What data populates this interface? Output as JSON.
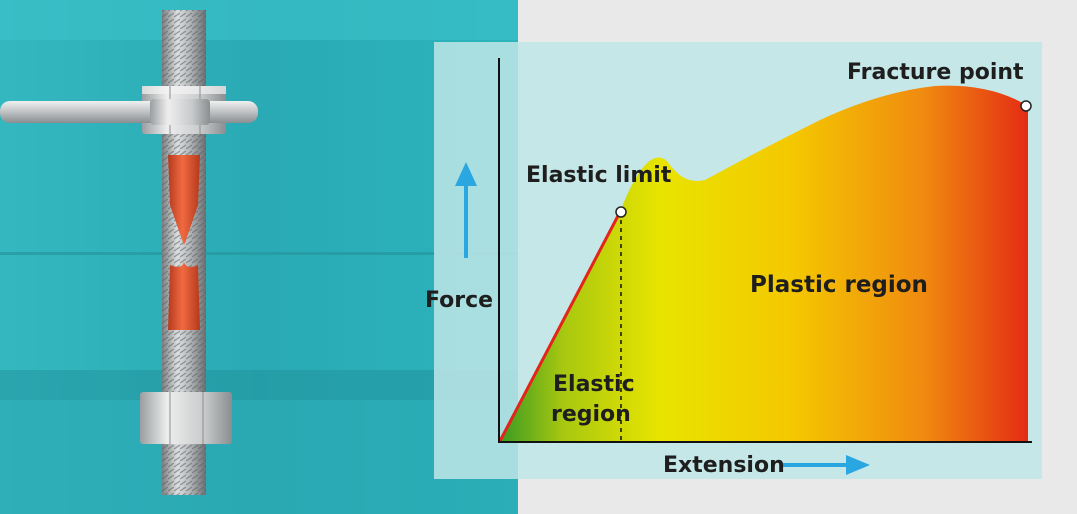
{
  "diagram": {
    "labels": {
      "fracture_point": "Fracture point",
      "elastic_limit": "Elastic limit",
      "plastic_region": "Plastic region",
      "elastic_region_line1": "Elastic",
      "elastic_region_line2": "region",
      "force": "Force",
      "extension": "Extension"
    },
    "colors": {
      "teal_background": "#2fb4bc",
      "panel_overlay": "#bfe6e8",
      "elastic_line": "#e4231b",
      "arrow": "#2aa6e0",
      "gradient_start": "#2e9a1e",
      "gradient_mid": "#e8e800",
      "gradient_end": "#e4231b",
      "specimen_neck": "#e2562f"
    }
  }
}
